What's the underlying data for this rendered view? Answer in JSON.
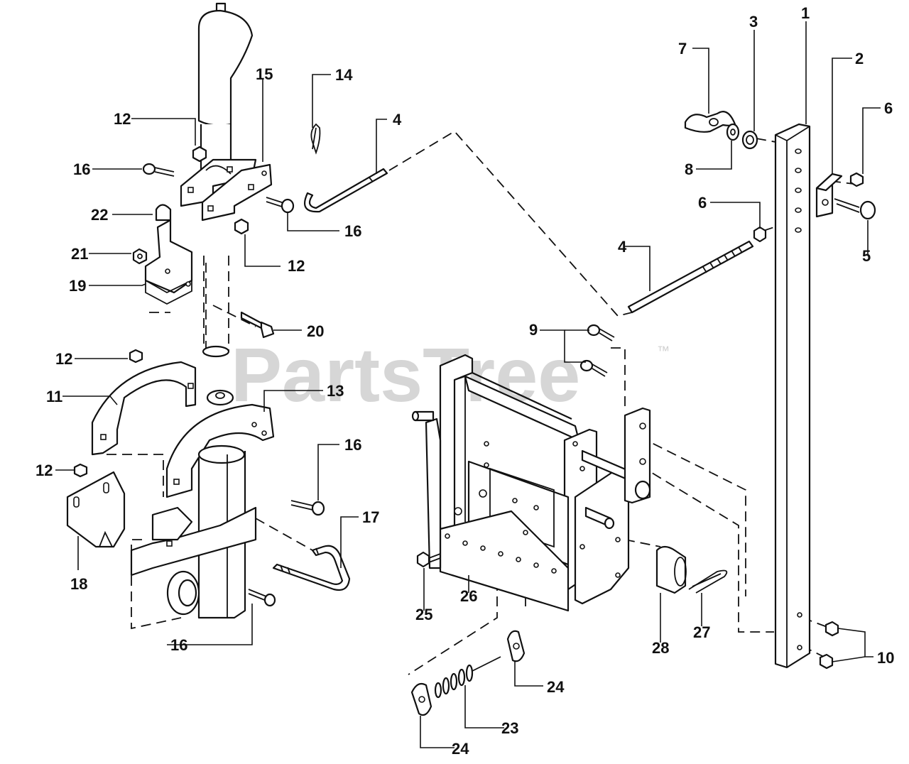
{
  "diagram": {
    "watermark": {
      "text": "PartsTree",
      "trademark": "™"
    },
    "callouts": {
      "c1": "1",
      "c2": "2",
      "c3": "3",
      "c4a": "4",
      "c4b": "4",
      "c5": "5",
      "c6a": "6",
      "c6b": "6",
      "c7": "7",
      "c8": "8",
      "c9": "9",
      "c10": "10",
      "c11": "11",
      "c12a": "12",
      "c12b": "12",
      "c12c": "12",
      "c12d": "12",
      "c13": "13",
      "c14": "14",
      "c15": "15",
      "c16a": "16",
      "c16b": "16",
      "c16c": "16",
      "c16d": "16",
      "c17": "17",
      "c18": "18",
      "c19": "19",
      "c20": "20",
      "c21": "21",
      "c22": "22",
      "c23": "23",
      "c24a": "24",
      "c24b": "24",
      "c25": "25",
      "c26": "26",
      "c27": "27",
      "c28": "28"
    }
  }
}
